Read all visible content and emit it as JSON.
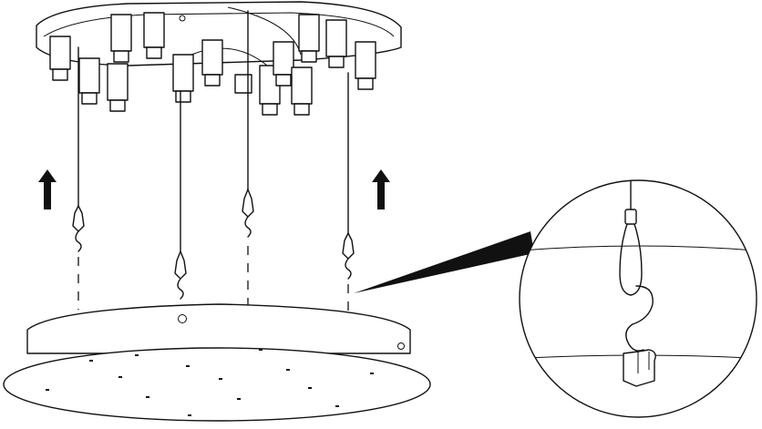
{
  "diagram": {
    "illustration": "ceiling-lamp-installation",
    "colors": {
      "line": "#111111",
      "background": "#ffffff"
    },
    "icons": [
      "up-arrow-icon",
      "up-arrow-icon",
      "s-hook-icon",
      "magnifier-detail-circle"
    ],
    "hanging_cables": 4,
    "hook_points": 4,
    "mounting_holes_on_shade": 14
  }
}
